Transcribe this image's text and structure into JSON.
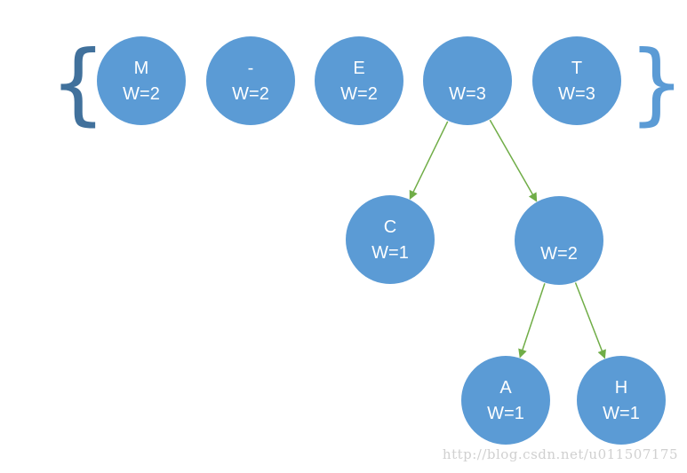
{
  "colors": {
    "node_fill": "#5b9bd5",
    "node_text": "#ffffff",
    "edge": "#70ad47",
    "brace_left": "#41719c",
    "brace_right": "#5b9bd5",
    "watermark": "#d0d0d0"
  },
  "brackets": {
    "open": "{",
    "close": "}"
  },
  "queue": [
    {
      "id": "m",
      "symbol": "M",
      "weight": "W=2"
    },
    {
      "id": "dash",
      "symbol": "-",
      "weight": "W=2"
    },
    {
      "id": "e",
      "symbol": "E",
      "weight": "W=2"
    },
    {
      "id": "root",
      "symbol": "",
      "weight": "W=3"
    },
    {
      "id": "t",
      "symbol": "T",
      "weight": "W=3"
    }
  ],
  "tree": [
    {
      "id": "c",
      "symbol": "C",
      "weight": "W=1"
    },
    {
      "id": "inner",
      "symbol": "",
      "weight": "W=2"
    },
    {
      "id": "a",
      "symbol": "A",
      "weight": "W=1"
    },
    {
      "id": "h",
      "symbol": "H",
      "weight": "W=1"
    }
  ],
  "edges": [
    {
      "from": "root",
      "to": "c"
    },
    {
      "from": "root",
      "to": "inner"
    },
    {
      "from": "inner",
      "to": "a"
    },
    {
      "from": "inner",
      "to": "h"
    }
  ],
  "watermark": "http://blog.csdn.net/u011507175"
}
